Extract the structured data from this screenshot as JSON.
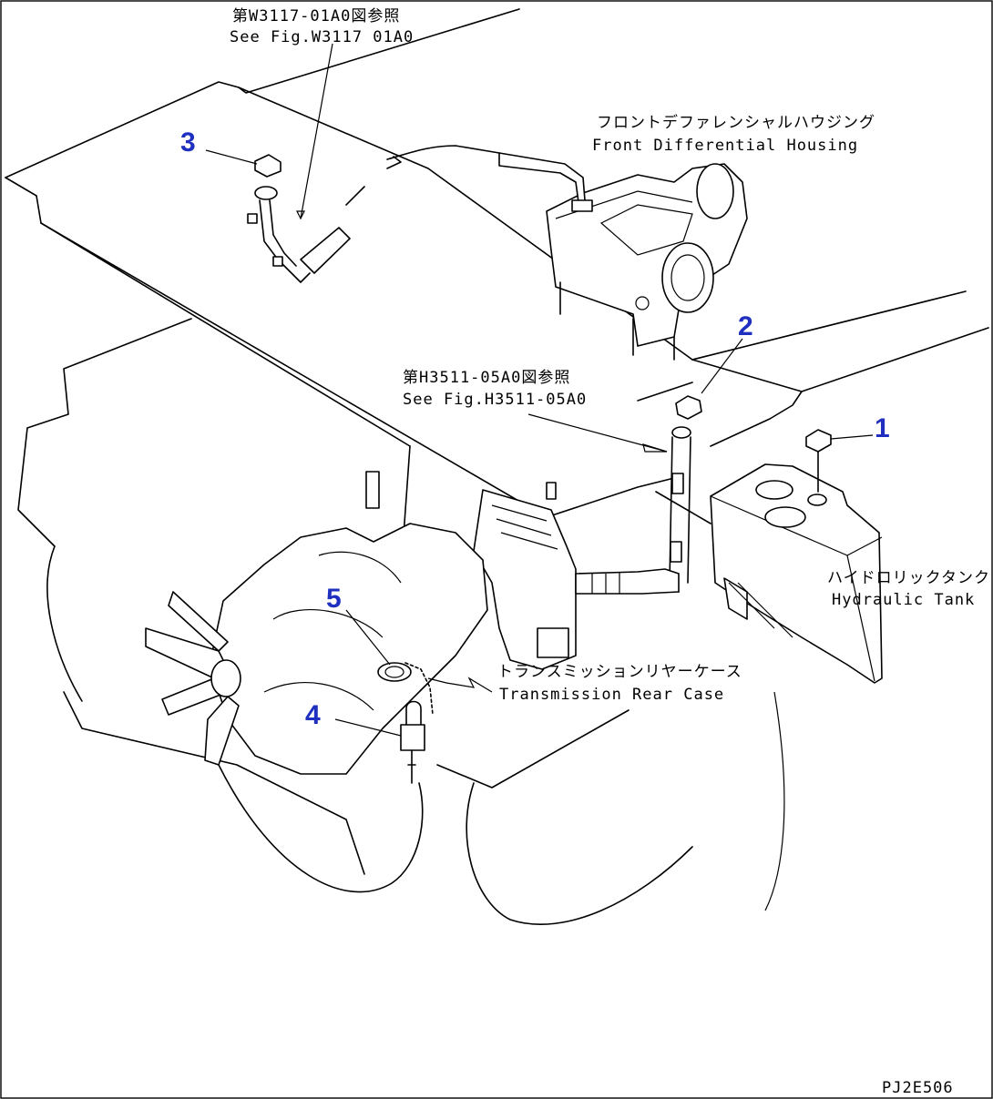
{
  "colors": {
    "callout_number": "#1f2fbf",
    "line": "#000000",
    "background": "#ffffff"
  },
  "references": {
    "w3117": {
      "jp": "第W3117-01A0図参照",
      "en": "See Fig.W3117 01A0"
    },
    "h3511": {
      "jp": "第H3511-05A0図参照",
      "en": "See Fig.H3511-05A0"
    }
  },
  "labels": {
    "front_diff": {
      "jp": "フロントデファレンシャルハウジング",
      "en": "Front Differential Housing"
    },
    "hydraulic_tank": {
      "jp": "ハイドロリックタンク",
      "en": "Hydraulic Tank"
    },
    "transmission": {
      "jp": "トランスミッションリヤーケース",
      "en": "Transmission Rear Case"
    }
  },
  "callouts": [
    {
      "id": "1",
      "part": "hydraulic-tank-cap"
    },
    {
      "id": "2",
      "part": "transmission-filler-cap"
    },
    {
      "id": "3",
      "part": "front-diff-filler-cap"
    },
    {
      "id": "4",
      "part": "padlock"
    },
    {
      "id": "5",
      "part": "fuel-cap"
    }
  ],
  "drawing_code": "PJ2E506"
}
